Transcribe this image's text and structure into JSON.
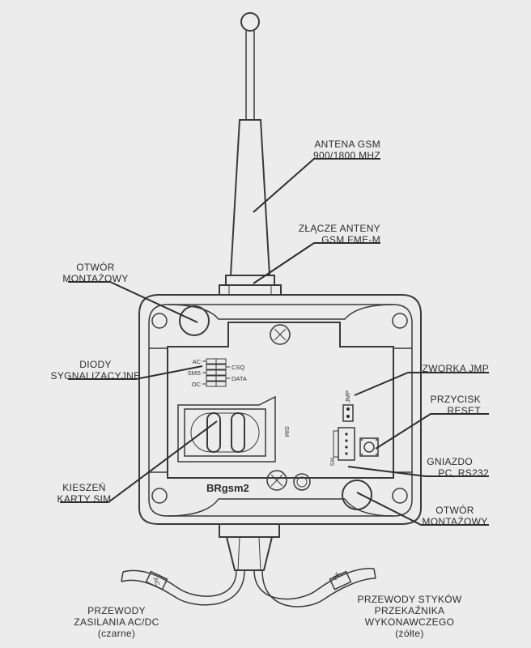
{
  "labels": {
    "antenna": [
      "ANTENA GSM",
      "900/1800 MHZ"
    ],
    "antenna_connector": [
      "ZŁĄCZE ANTENY",
      "GSM FME-M"
    ],
    "mount_hole_top": [
      "OTWÓR",
      "MONTAŻOWY"
    ],
    "leds": [
      "DIODY",
      "SYGNALIZACYJNE"
    ],
    "jumper": [
      "ZWORKA JMP"
    ],
    "reset_button": [
      "PRZYCISK",
      "RESET"
    ],
    "port": [
      "GNIAZDO",
      "PC, RS232"
    ],
    "sim_slot": [
      "KIESZEŃ",
      "KARTY SIM"
    ],
    "mount_hole_bottom": [
      "OTWÓR",
      "MONTAŻOWY"
    ],
    "power_wires": [
      "PRZEWODY",
      "ZASILANIA AC/DC",
      "(czarne)"
    ],
    "relay_wires": [
      "PRZEWODY STYKÓW",
      "PRZEKAŹNIKA",
      "WYKONAWCZEGO",
      "(żółte)"
    ]
  },
  "board": {
    "model": "BRgsm2",
    "led_labels": [
      "AC",
      "SMS",
      "OC"
    ],
    "led_labels_right": [
      "CSQ",
      "DATA"
    ],
    "sim_text": "SIM",
    "jmp_text": "JMP",
    "rs_text": "RS",
    "tag_left": "AC",
    "tag_right": "PK"
  }
}
